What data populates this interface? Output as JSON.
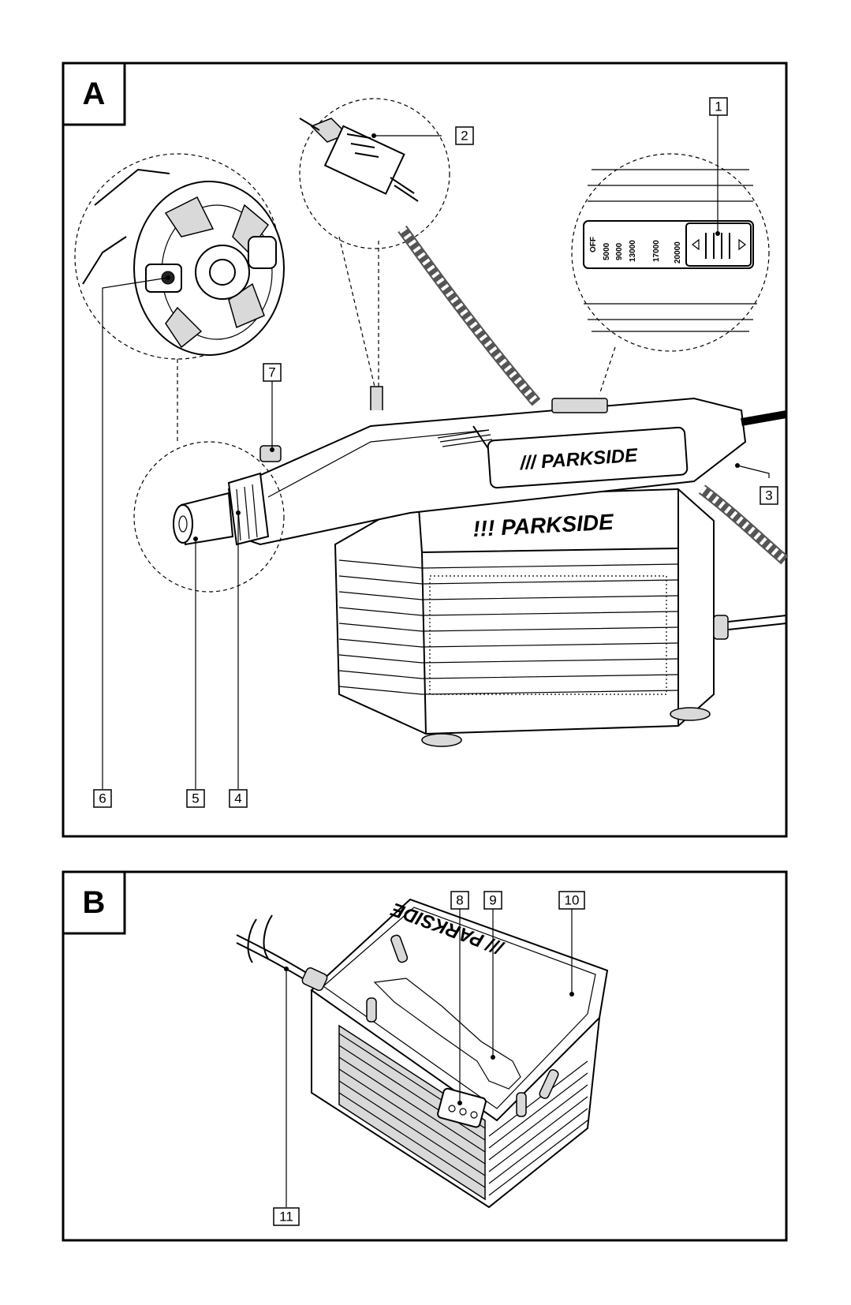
{
  "panels": {
    "a": {
      "letter": "A"
    },
    "b": {
      "letter": "B"
    }
  },
  "brand": {
    "logo_text": "/// PARKSIDE",
    "logo_text_alt": "!!! PARKSIDE"
  },
  "speed_switch": {
    "labels": [
      "OFF",
      "5000",
      "9000",
      "13000",
      "17000",
      "20000"
    ]
  },
  "callouts": {
    "c1": "1",
    "c2": "2",
    "c3": "3",
    "c4": "4",
    "c5": "5",
    "c6": "6",
    "c7": "7",
    "c8": "8",
    "c9": "9",
    "c10": "10",
    "c11": "11"
  }
}
